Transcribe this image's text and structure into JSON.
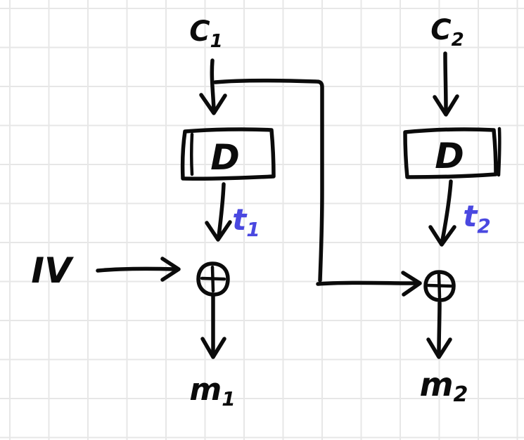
{
  "canvas": {
    "colors": {
      "bg": "#ffffff",
      "grid": "#e7e7e7",
      "ink": "#0b0b0b",
      "accent": "#4a48e0"
    }
  },
  "diagram": {
    "labels": {
      "c1": {
        "base": "C",
        "sub": "1"
      },
      "c2": {
        "base": "C",
        "sub": "2"
      },
      "d1": "D",
      "d2": "D",
      "t1": {
        "base": "t",
        "sub": "1"
      },
      "t2": {
        "base": "t",
        "sub": "2"
      },
      "iv": "IV",
      "m1": {
        "base": "m",
        "sub": "1"
      },
      "m2": {
        "base": "m",
        "sub": "2"
      }
    }
  }
}
